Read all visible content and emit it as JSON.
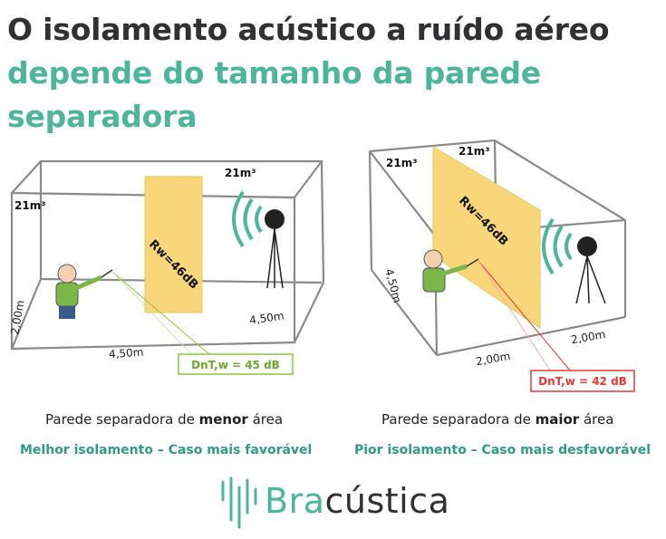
{
  "title": {
    "line1": "O isolamento acústico a ruído aéreo",
    "line2": "depende do tamanho da parede",
    "line3": "separadora"
  },
  "left": {
    "room_volume_1": "21m³",
    "room_volume_2": "21m³",
    "wall_label": "Rw=46dB",
    "dim_height": "2,00m",
    "dim_width": "4,50m",
    "dim_depth": "4,50m",
    "result": "DnT,w = 45 dB",
    "caption_pre": "Parede separadora de ",
    "caption_bold": "menor",
    "caption_post": " área",
    "subcaption": "Melhor isolamento – Caso mais favorável"
  },
  "right": {
    "room_volume_1": "21m³",
    "room_volume_2": "21m³",
    "wall_label": "Rw=46dB",
    "dim_height": "4,50m",
    "dim_width1": "2,00m",
    "dim_width2": "2,00m",
    "result": "DnT,w = 42 dB",
    "caption_pre": "Parede separadora de ",
    "caption_bold": "maior",
    "caption_post": " área",
    "subcaption": "Pior isolamento – Caso mais desfavorável"
  },
  "logo": {
    "part1": "Bra",
    "part2": "cústica"
  },
  "colors": {
    "dark": "#2f3133",
    "teal": "#4cb59c",
    "wall": "#f7d77a",
    "green_box": "#8cc63f",
    "red_box": "#e53935",
    "box_line": "#8a8a8a"
  }
}
